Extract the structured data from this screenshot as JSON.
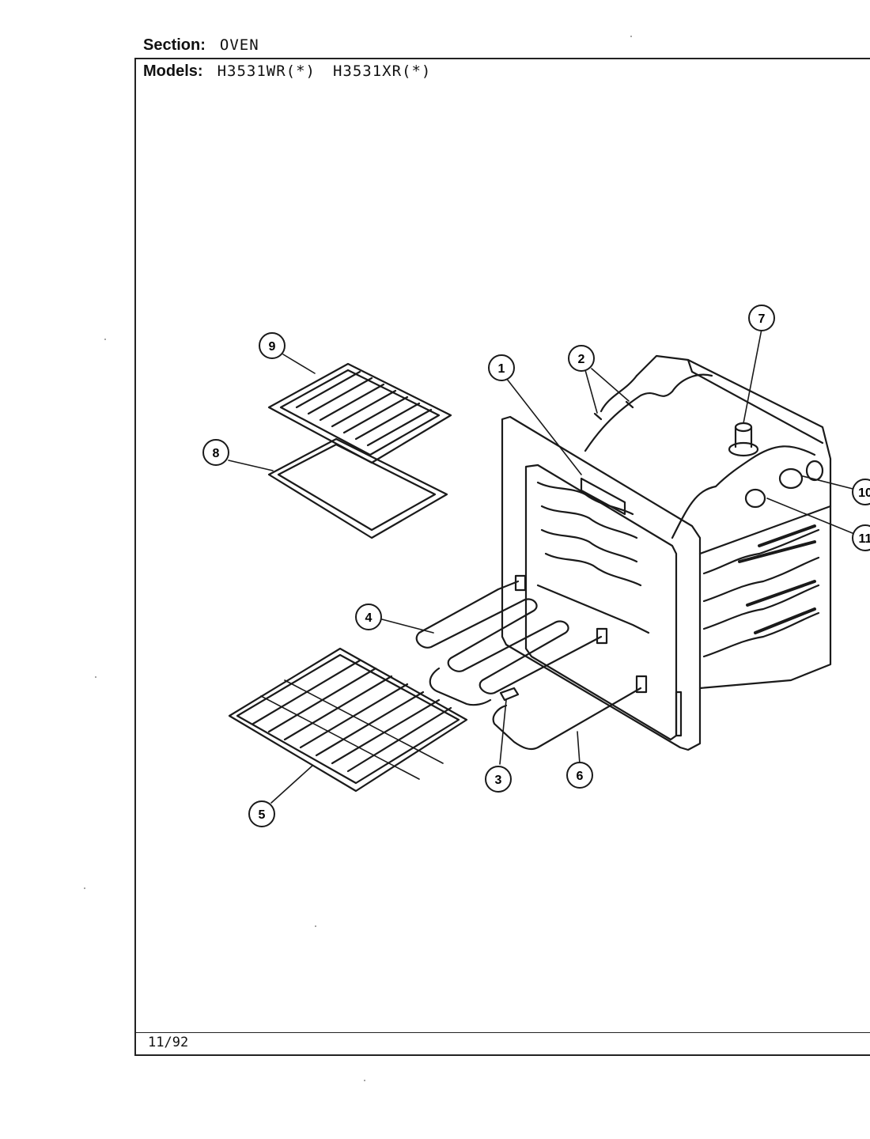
{
  "header": {
    "section_label": "Section:",
    "section_value": "OVEN",
    "models_label": "Models:",
    "model_1": "H3531WR(*)",
    "model_2": "H3531XR(*)"
  },
  "footer": {
    "date": "11/92"
  },
  "callouts": [
    "1",
    "2",
    "3",
    "4",
    "5",
    "6",
    "7",
    "8",
    "9",
    "10",
    "11"
  ]
}
